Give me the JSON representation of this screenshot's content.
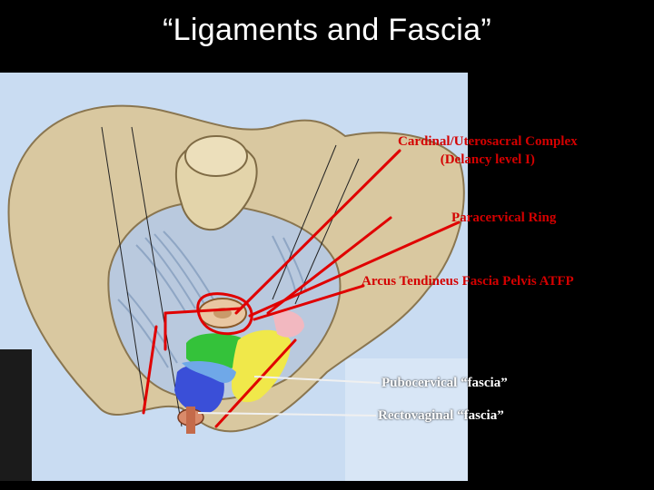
{
  "title": "“Ligaments and Fascia”",
  "labels": {
    "cardinal_line1": "Cardinal/Uterosacral Complex",
    "cardinal_line2": "(Delancy level I)",
    "paracervical": "Paracervical Ring",
    "atfp": "Arcus Tendineus Fascia Pelvis ATFP",
    "pubocervical": "Pubocervical “fascia”",
    "rectovaginal": "Rectovaginal “fascia”"
  },
  "colors": {
    "background": "#000000",
    "title_text": "#ffffff",
    "red_label": "#d40000",
    "white_label": "#ffffff",
    "bone": "#d9c8a0",
    "ligament": "#8fa6c4",
    "arrow_red": "#e00000",
    "fascia_green": "#34c23a",
    "fascia_yellow": "#f0e84a",
    "fascia_blue": "#3a4fd8",
    "fascia_pink": "#f2b8c0",
    "backdrop_lightblue": "#c9dcf2"
  }
}
